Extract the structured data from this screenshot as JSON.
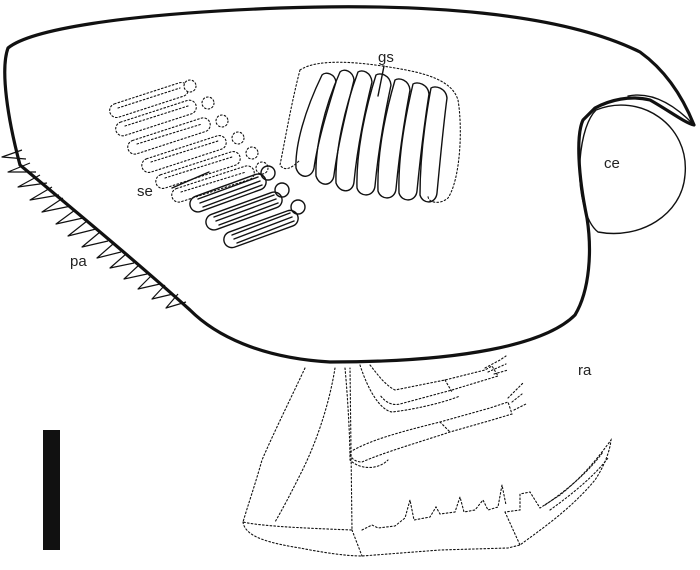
{
  "figure": {
    "labels": {
      "gs": "gs",
      "se": "se",
      "ce": "ce",
      "pa": "pa",
      "ra": "ra"
    },
    "colors": {
      "line": "#111111",
      "scale_bar": "#111111",
      "background": "#ffffff"
    }
  }
}
